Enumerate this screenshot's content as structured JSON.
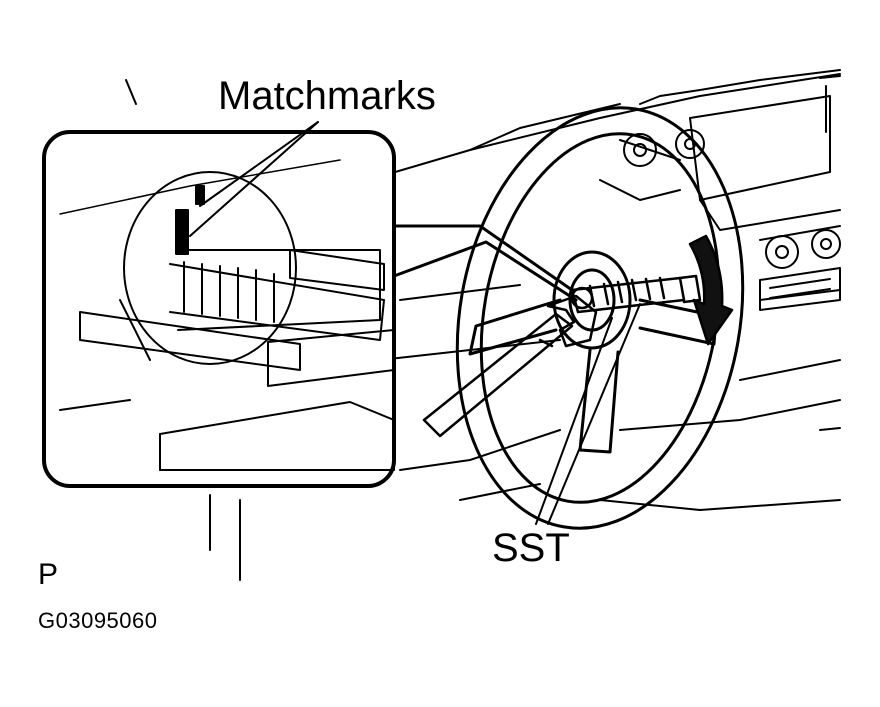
{
  "labels": {
    "matchmarks": "Matchmarks",
    "sst": "SST",
    "view_mark": "P",
    "figure_code": "G03095060"
  },
  "colors": {
    "line": "#000000",
    "background": "#ffffff"
  },
  "icons": {
    "rotation_arrow": "curved-down-arrow-icon"
  }
}
